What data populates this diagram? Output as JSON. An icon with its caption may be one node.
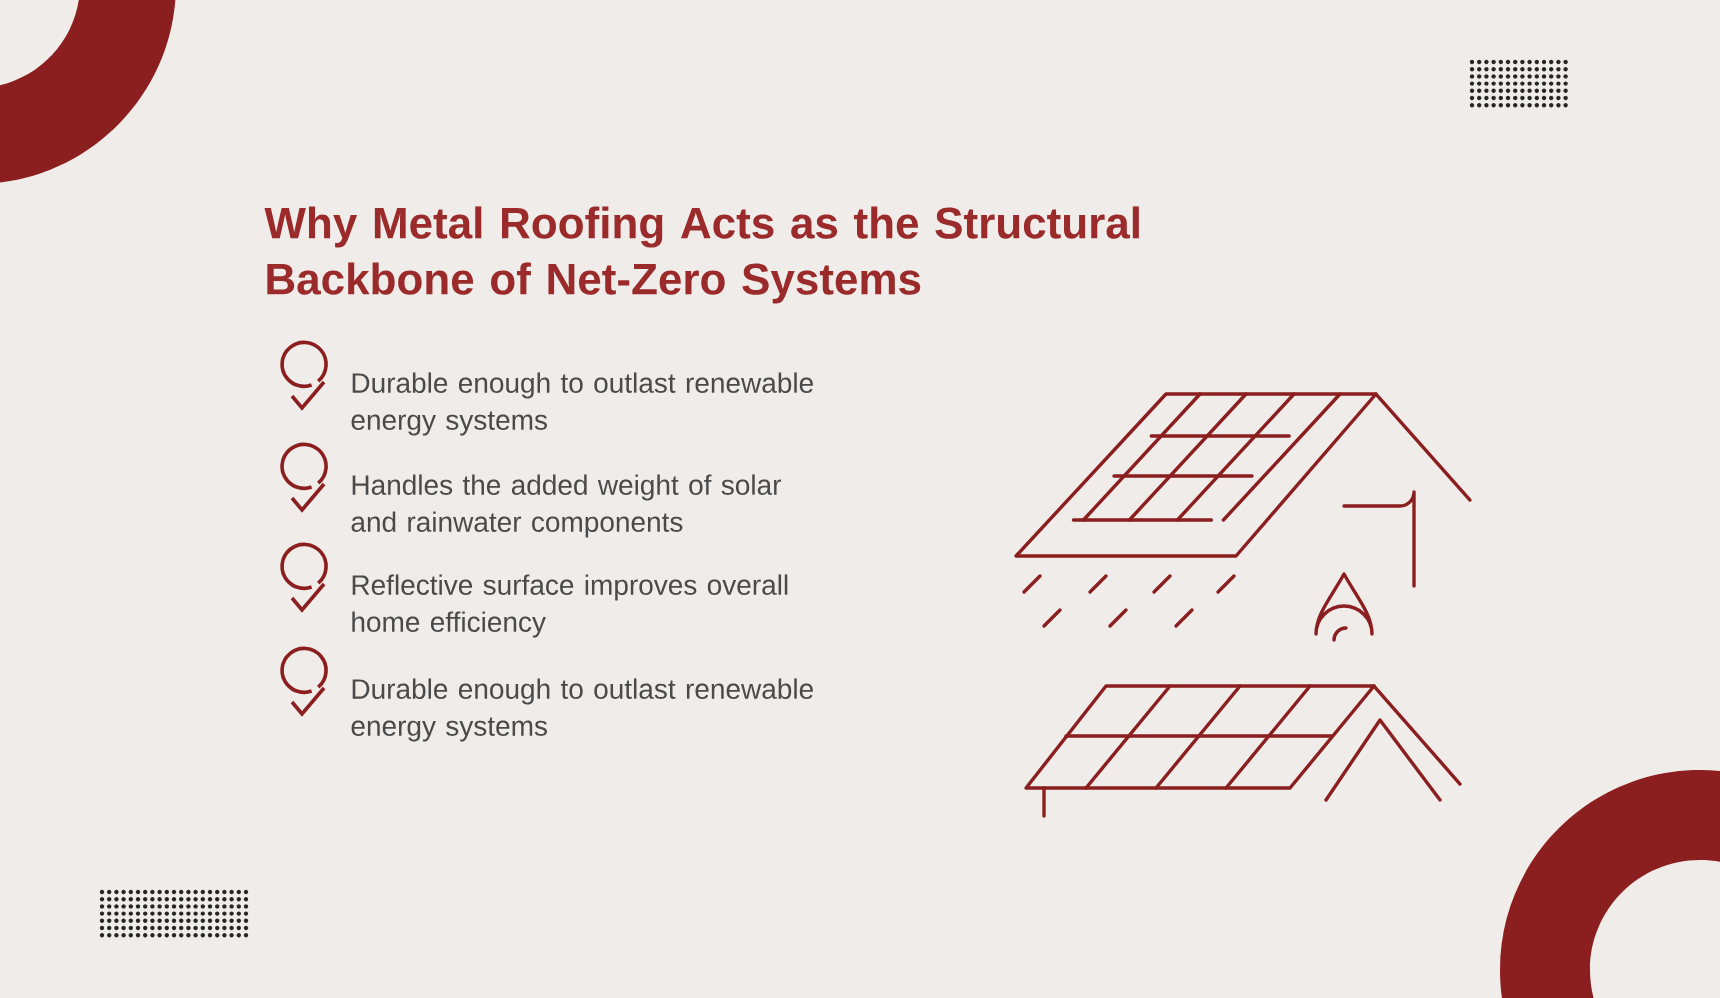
{
  "diagram": {
    "title": "Why Metal Roofing Acts as the Structural Backbone of Net-Zero Systems",
    "labels": [
      "Durable enough to outlast renewable energy systems",
      "Handles the added weight of solar and rainwater components",
      "Reflective surface improves overall home efficiency",
      "Durable enough to outlast renewable energy systems"
    ]
  }
}
